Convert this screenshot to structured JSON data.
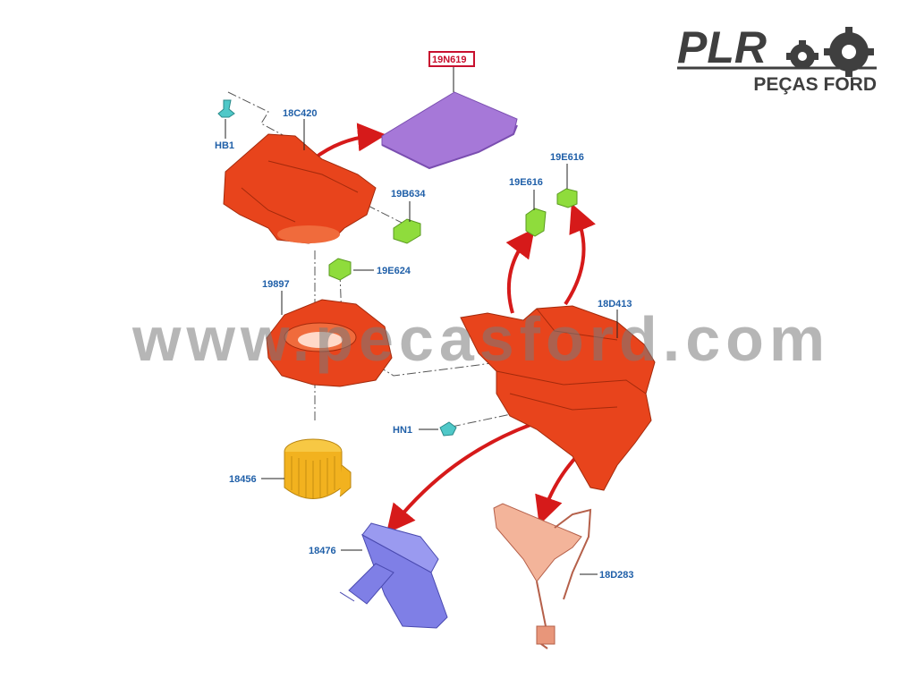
{
  "logo": {
    "title": "PLR",
    "subtitle": "PEÇAS FORD"
  },
  "watermark": "www.pecasford.com",
  "callouts": {
    "p19N619": "19N619",
    "p18C420": "18C420",
    "pHB1": "HB1",
    "p19B634": "19B634",
    "p19E624": "19E624",
    "p19897": "19897",
    "p19E616a": "19E616",
    "p19E616b": "19E616",
    "p18D413": "18D413",
    "pHN1": "HN1",
    "p18456": "18456",
    "p18476": "18476",
    "p18D283": "18D283"
  },
  "colors": {
    "housing": "#e8441c",
    "filter": "#a678d8",
    "connector": "#8fdc3c",
    "fastener": "#4fc8c8",
    "blower_motor": "#f2b21f",
    "heater_core": "#7f7fe6",
    "arrow": "#d61a1a",
    "label": "#1f5fa8"
  }
}
